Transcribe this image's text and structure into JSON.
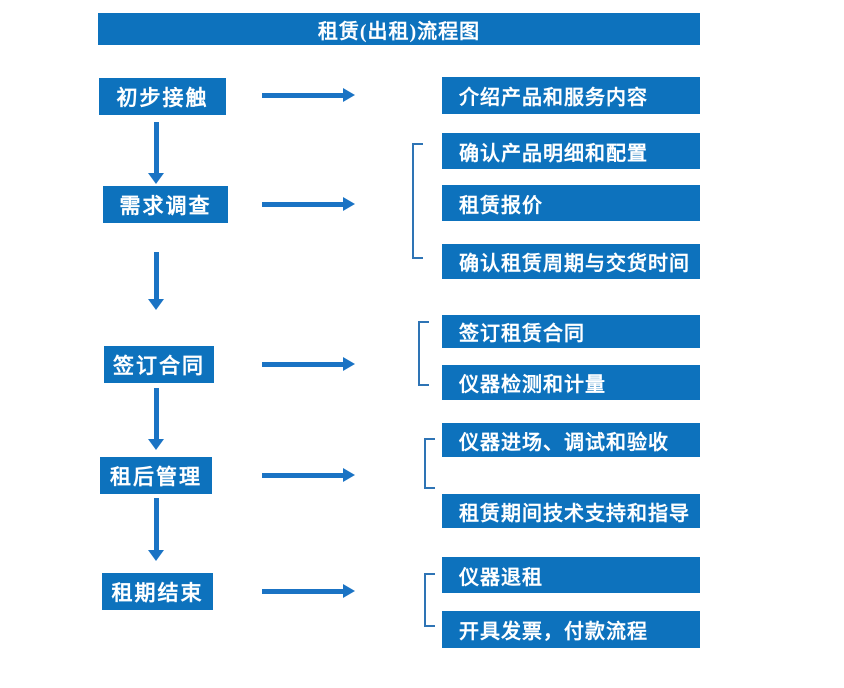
{
  "title": "租赁(出租)流程图",
  "steps": [
    {
      "label": "初步接触",
      "details": [
        "介绍产品和服务内容"
      ]
    },
    {
      "label": "需求调查",
      "details": [
        "确认产品明细和配置",
        "租赁报价",
        "确认租赁周期与交货时间"
      ]
    },
    {
      "label": "签订合同",
      "details": [
        "签订租赁合同",
        "仪器检测和计量"
      ]
    },
    {
      "label": "租后管理",
      "details": [
        "仪器进场、调试和验收",
        "租赁期间技术支持和指导"
      ]
    },
    {
      "label": "租期结束",
      "details": [
        "仪器退租",
        "开具发票，付款流程"
      ]
    }
  ],
  "colors": {
    "box_blue": "#0d72bd",
    "arrow_blue": "#1a73c4",
    "bracket_blue": "#2e74b5",
    "text_white": "#ffffff",
    "background": "#ffffff"
  }
}
